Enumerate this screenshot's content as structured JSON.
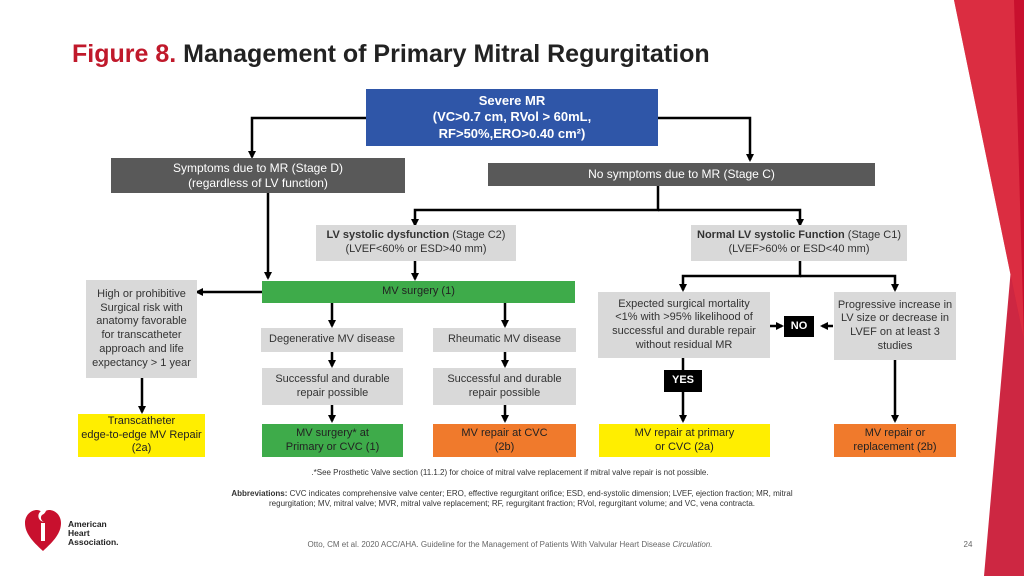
{
  "title": {
    "figure_label": "Figure 8.",
    "text": "Management of Primary Mitral Regurgitation"
  },
  "nodes": {
    "severe_mr": {
      "line1": "Severe MR",
      "line2": "(VC>0.7 cm, RVol > 60mL,",
      "line3": "RF>50%,ERO>0.40 cm²)"
    },
    "symptoms": {
      "line1": "Symptoms due to MR (Stage D)",
      "line2": "(regardless of LV function)"
    },
    "no_symptoms": {
      "line1": "No symptoms due to MR (Stage C)"
    },
    "lv_dysfunction": {
      "bold": "LV systolic dysfunction",
      "rest": " (Stage C2)",
      "line2": "(LVEF<60% or ESD>40 mm)"
    },
    "normal_lv": {
      "bold": "Normal LV systolic Function",
      "rest": " (Stage C1)",
      "line2": "(LVEF>60% or ESD<40 mm)"
    },
    "mv_surgery": {
      "line1": "MV surgery (1)"
    },
    "high_risk": {
      "lines": [
        "High or prohibitive",
        "Surgical risk with",
        "anatomy favorable",
        "for transcatheter",
        "approach and life",
        "expectancy > 1 year"
      ]
    },
    "degenerative": {
      "line1": "Degenerative MV disease"
    },
    "rheumatic": {
      "line1": "Rheumatic MV disease"
    },
    "repair_possible_a": {
      "line1": "Successful and durable",
      "line2": "repair possible"
    },
    "repair_possible_b": {
      "line1": "Successful and durable",
      "line2": "repair possible"
    },
    "expected_mortality": {
      "lines": [
        "Expected surgical mortality",
        "<1% with >95% likelihood of",
        "successful and durable repair",
        "without residual MR"
      ]
    },
    "progressive": {
      "lines": [
        "Progressive increase in",
        "LV size or decrease in",
        "LVEF on at least 3",
        "studies"
      ]
    },
    "no_label": "NO",
    "yes_label": "YES",
    "teer": {
      "line1": "Transcatheter",
      "line2": "edge-to-edge MV Repair",
      "line3": "(2a)"
    },
    "mv_surgery_star": {
      "line1": "MV surgery* at",
      "line2": "Primary or CVC (1)"
    },
    "mv_repair_cvc": {
      "line1": "MV repair at CVC",
      "line2": "(2b)"
    },
    "mv_repair_primary": {
      "line1": "MV repair at primary",
      "line2": "or CVC  (2a)"
    },
    "mv_repair_replacement": {
      "line1": "MV repair or",
      "line2": "replacement (2b)"
    }
  },
  "footnote": ".*See Prosthetic Valve section (11.1.2) for choice of mitral valve replacement if mitral valve repair is not possible.",
  "abbreviations": {
    "label": "Abbreviations:",
    "text": " CVC indicates comprehensive valve center; ERO, effective regurgitant orifice; ESD, end-systolic dimension; LVEF, ejection fraction; MR, mitral regurgitation; MV, mitral valve; MVR, mitral valve replacement; RF, regurgitant fraction; RVol, regurgitant volume; and VC, vena contracta."
  },
  "citation": {
    "text": "Otto, CM et al. 2020 ACC/AHA. Guideline for the Management of Patients With Valvular Heart Disease ",
    "journal": "Circulation."
  },
  "page_number": "24",
  "logo": {
    "line1": "American",
    "line2": "Heart",
    "line3": "Association."
  },
  "colors": {
    "title_red": "#c0192b",
    "blue": "#2f56a8",
    "dark_gray": "#595959",
    "light_gray": "#d9d9d9",
    "green": "#3eab4a",
    "yellow": "#ffee00",
    "orange": "#f07a2c"
  }
}
